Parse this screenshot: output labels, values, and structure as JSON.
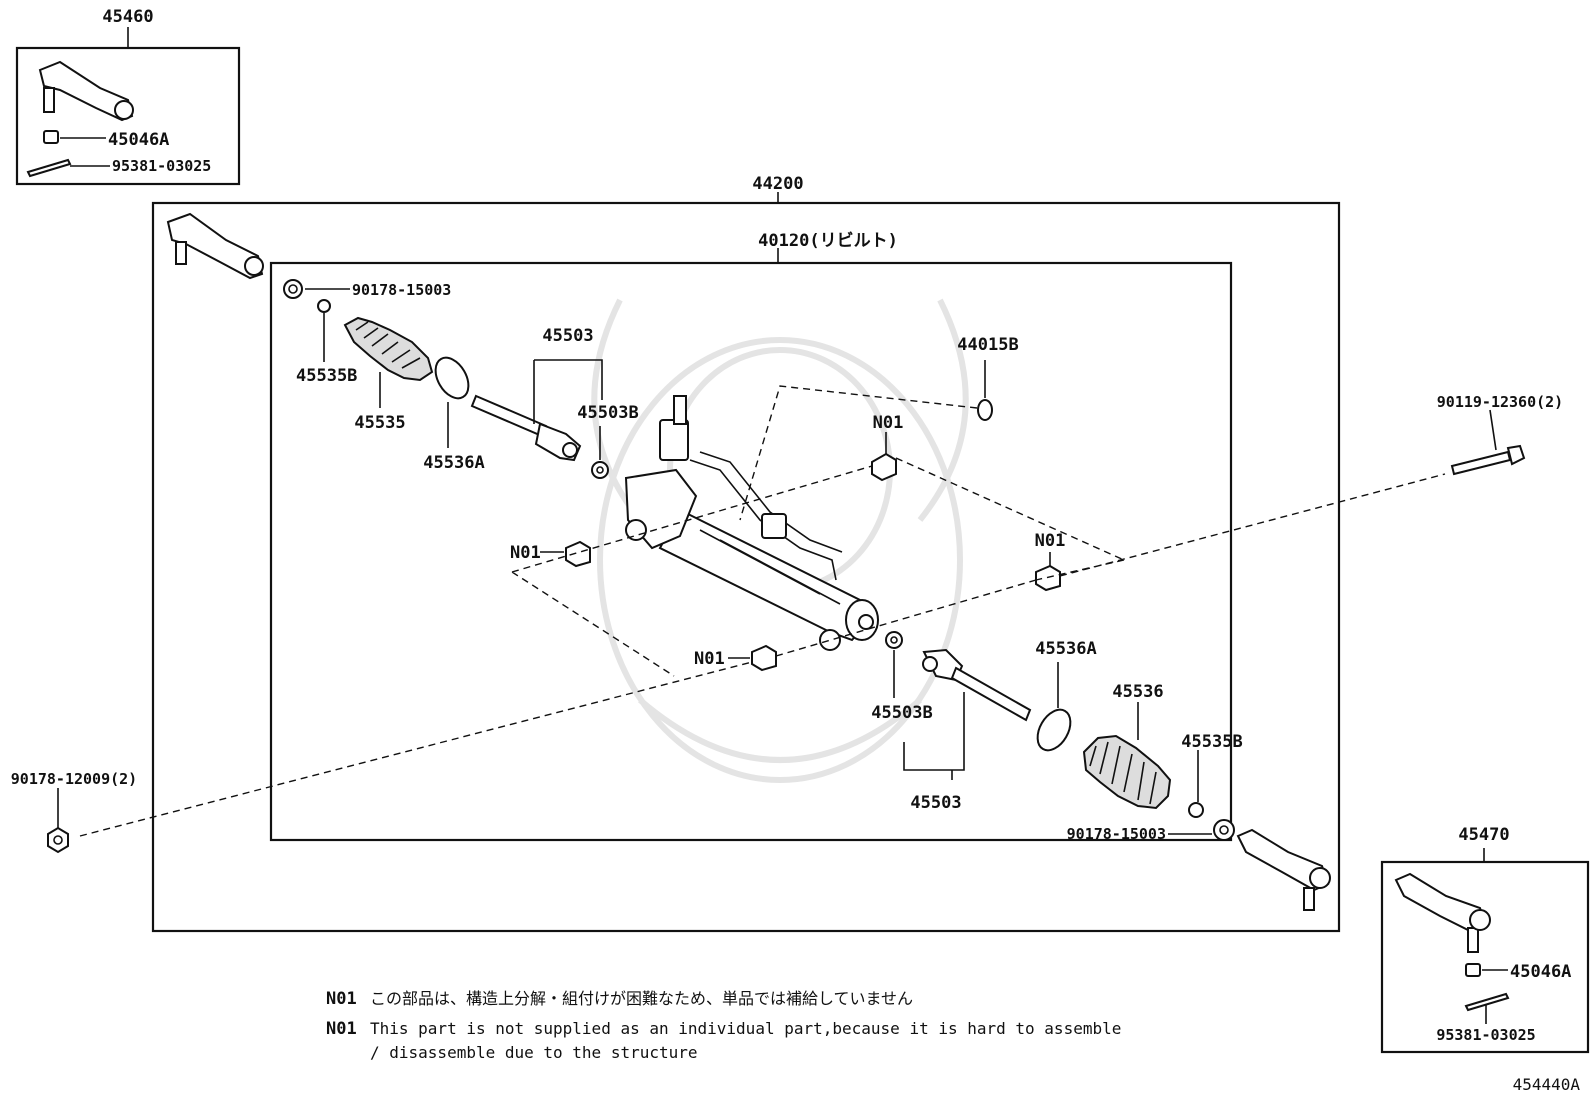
{
  "diagram_code": "454440A",
  "callouts": {
    "tie_rod_end_left_kit": "45460",
    "nut_top": "45046A",
    "cotter_pin_top": "95381-03025",
    "gear_assy": "44200",
    "rack_rebuilt": "40120(リビルト)",
    "clip_top": "90178-15003",
    "boot_clamp_left": "45535B",
    "boot_left": "45535",
    "clamp_left": "45536A",
    "tie_rod_left": "45503",
    "washer_left": "45503B",
    "o_ring": "44015B",
    "n01_a": "N01",
    "n01_b": "N01",
    "n01_c": "N01",
    "n01_d": "N01",
    "bolt_right": "90119-12360(2)",
    "nut_left": "90178-12009(2)",
    "washer_right": "45503B",
    "tie_rod_right": "45503",
    "clamp_right": "45536A",
    "boot_right": "45536",
    "boot_clamp_right": "45535B",
    "clip_bottom": "90178-15003",
    "tie_rod_end_right_kit": "45470",
    "nut_bottom": "45046A",
    "cotter_pin_bottom": "95381-03025"
  },
  "notes": {
    "code_jp": "N01",
    "text_jp": "この部品は、構造上分解・組付けが困難なため、単品では補給していません",
    "code_en": "N01",
    "text_en_line1": "This part is not supplied as an individual part,because it is hard to assemble",
    "text_en_line2": "/ disassemble due to the structure"
  }
}
